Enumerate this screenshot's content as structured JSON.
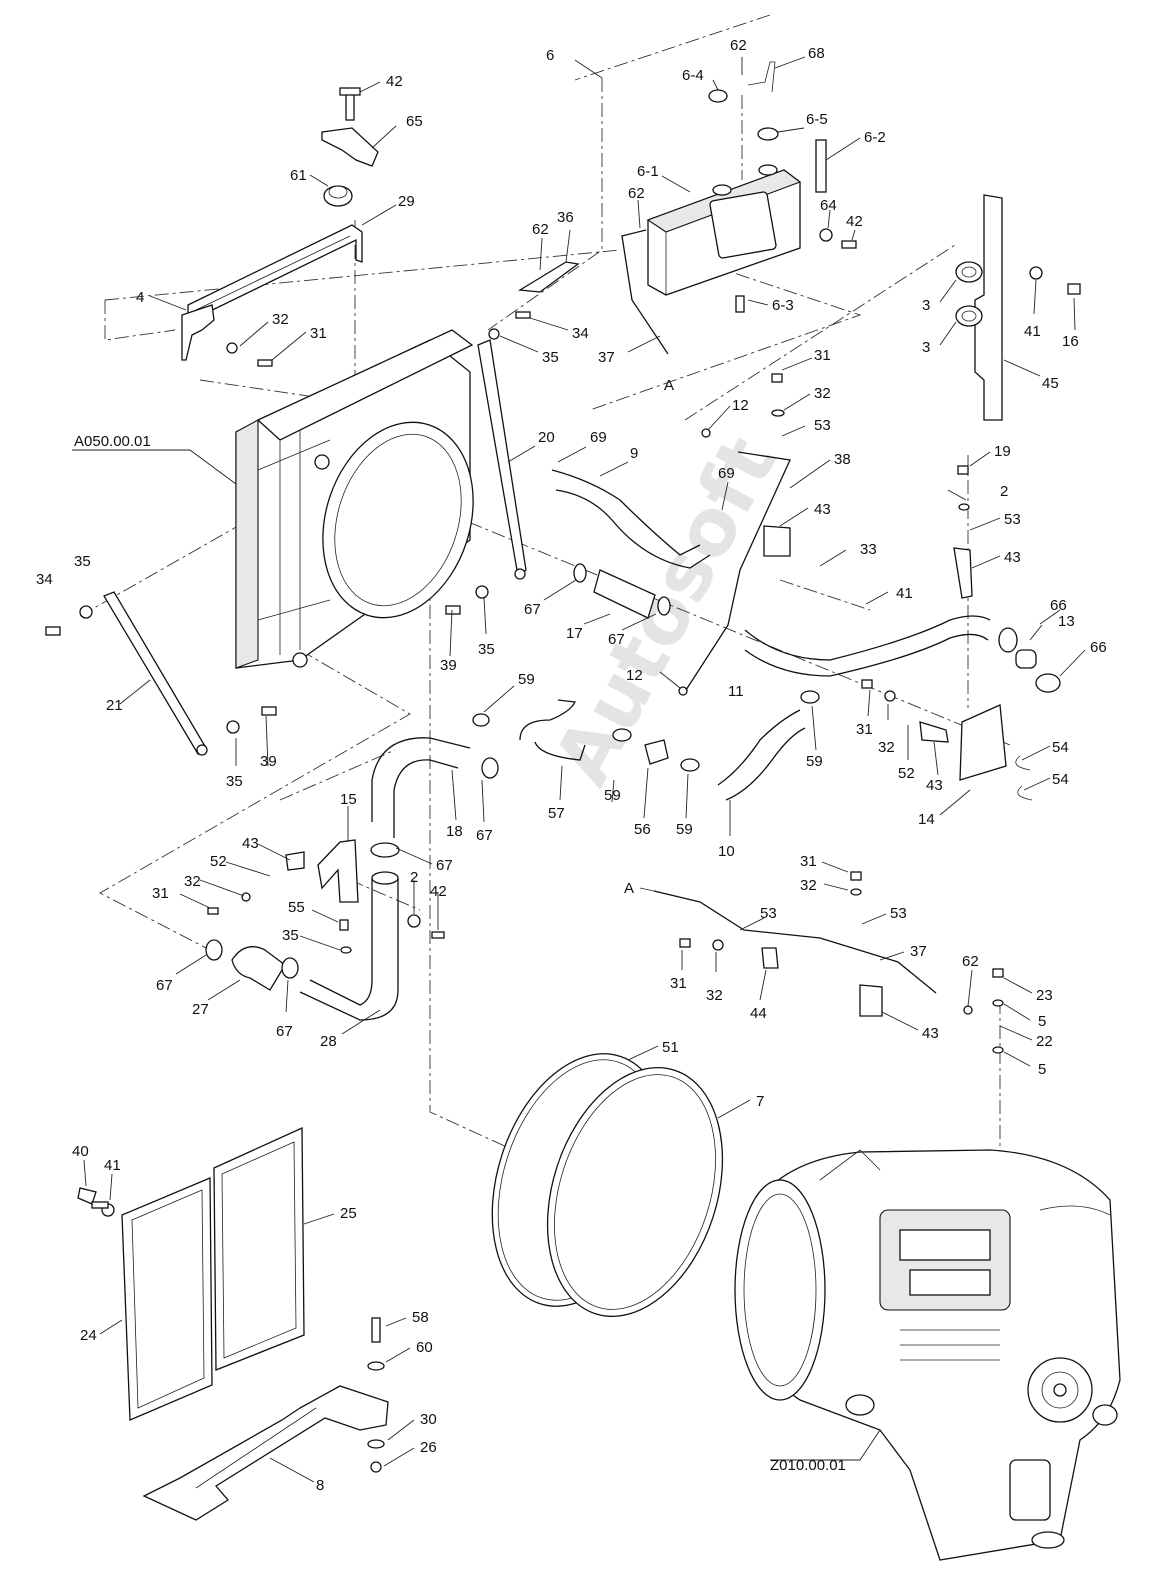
{
  "diagram": {
    "watermark": "Autosoft",
    "callouts": [
      {
        "id": "c6",
        "text": "6"
      },
      {
        "id": "c62a",
        "text": "62"
      },
      {
        "id": "c68",
        "text": "68"
      },
      {
        "id": "c64a",
        "text": "6-4"
      },
      {
        "id": "c65a",
        "text": "6-5"
      },
      {
        "id": "c62b",
        "text": "6-2"
      },
      {
        "id": "c61a",
        "text": "6-1"
      },
      {
        "id": "c62c",
        "text": "62"
      },
      {
        "id": "c36",
        "text": "36"
      },
      {
        "id": "c62d",
        "text": "62"
      },
      {
        "id": "c64",
        "text": "64"
      },
      {
        "id": "c42a",
        "text": "42"
      },
      {
        "id": "c63",
        "text": "6-3"
      },
      {
        "id": "c37a",
        "text": "37"
      },
      {
        "id": "cA1",
        "text": "A"
      },
      {
        "id": "c42b",
        "text": "42"
      },
      {
        "id": "c65",
        "text": "65"
      },
      {
        "id": "c61",
        "text": "61"
      },
      {
        "id": "c29",
        "text": "29"
      },
      {
        "id": "c4",
        "text": "4"
      },
      {
        "id": "c32a",
        "text": "32"
      },
      {
        "id": "c31a",
        "text": "31"
      },
      {
        "id": "c34a",
        "text": "34"
      },
      {
        "id": "c35a",
        "text": "35"
      },
      {
        "id": "c3a",
        "text": "3"
      },
      {
        "id": "c3b",
        "text": "3"
      },
      {
        "id": "c41a",
        "text": "41"
      },
      {
        "id": "c16",
        "text": "16"
      },
      {
        "id": "c45",
        "text": "45"
      },
      {
        "id": "c31b",
        "text": "31"
      },
      {
        "id": "c32b",
        "text": "32"
      },
      {
        "id": "c12a",
        "text": "12"
      },
      {
        "id": "c53a",
        "text": "53"
      },
      {
        "id": "cA050",
        "text": "A050.00.01"
      },
      {
        "id": "c20",
        "text": "20"
      },
      {
        "id": "c69a",
        "text": "69"
      },
      {
        "id": "c9",
        "text": "9"
      },
      {
        "id": "c38",
        "text": "38"
      },
      {
        "id": "c69b",
        "text": "69"
      },
      {
        "id": "c43a",
        "text": "43"
      },
      {
        "id": "c19",
        "text": "19"
      },
      {
        "id": "c2a",
        "text": "2"
      },
      {
        "id": "c53b",
        "text": "53"
      },
      {
        "id": "c43b",
        "text": "43"
      },
      {
        "id": "c34b",
        "text": "34"
      },
      {
        "id": "c35b",
        "text": "35"
      },
      {
        "id": "c33",
        "text": "33"
      },
      {
        "id": "c41b",
        "text": "41"
      },
      {
        "id": "c67a",
        "text": "67"
      },
      {
        "id": "c17",
        "text": "17"
      },
      {
        "id": "c67b",
        "text": "67"
      },
      {
        "id": "c66a",
        "text": "66"
      },
      {
        "id": "c13",
        "text": "13"
      },
      {
        "id": "c66b",
        "text": "66"
      },
      {
        "id": "c39a",
        "text": "39"
      },
      {
        "id": "c35c",
        "text": "35"
      },
      {
        "id": "c21",
        "text": "21"
      },
      {
        "id": "c12b",
        "text": "12"
      },
      {
        "id": "c59a",
        "text": "59"
      },
      {
        "id": "c11",
        "text": "11"
      },
      {
        "id": "c31c",
        "text": "31"
      },
      {
        "id": "c32c",
        "text": "32"
      },
      {
        "id": "c52a",
        "text": "52"
      },
      {
        "id": "c43c",
        "text": "43"
      },
      {
        "id": "c54a",
        "text": "54"
      },
      {
        "id": "c54b",
        "text": "54"
      },
      {
        "id": "c14",
        "text": "14"
      },
      {
        "id": "c35d",
        "text": "35"
      },
      {
        "id": "c39b",
        "text": "39"
      },
      {
        "id": "c59b",
        "text": "59"
      },
      {
        "id": "c57",
        "text": "57"
      },
      {
        "id": "c59c",
        "text": "59"
      },
      {
        "id": "c56",
        "text": "56"
      },
      {
        "id": "c59d",
        "text": "59"
      },
      {
        "id": "c10",
        "text": "10"
      },
      {
        "id": "c18",
        "text": "18"
      },
      {
        "id": "c67c",
        "text": "67"
      },
      {
        "id": "c15",
        "text": "15"
      },
      {
        "id": "c67d",
        "text": "67"
      },
      {
        "id": "c43d",
        "text": "43"
      },
      {
        "id": "c52b",
        "text": "52"
      },
      {
        "id": "c32d",
        "text": "32"
      },
      {
        "id": "c31d",
        "text": "31"
      },
      {
        "id": "c2b",
        "text": "2"
      },
      {
        "id": "c42c",
        "text": "42"
      },
      {
        "id": "c55",
        "text": "55"
      },
      {
        "id": "c35e",
        "text": "35"
      },
      {
        "id": "c67e",
        "text": "67"
      },
      {
        "id": "c27",
        "text": "27"
      },
      {
        "id": "c67f",
        "text": "67"
      },
      {
        "id": "c28",
        "text": "28"
      },
      {
        "id": "c31e",
        "text": "31"
      },
      {
        "id": "c32e",
        "text": "32"
      },
      {
        "id": "cA2",
        "text": "A"
      },
      {
        "id": "c53c",
        "text": "53"
      },
      {
        "id": "c53d",
        "text": "53"
      },
      {
        "id": "c37b",
        "text": "37"
      },
      {
        "id": "c31f",
        "text": "31"
      },
      {
        "id": "c32f",
        "text": "32"
      },
      {
        "id": "c44",
        "text": "44"
      },
      {
        "id": "c62e",
        "text": "62"
      },
      {
        "id": "c23",
        "text": "23"
      },
      {
        "id": "c5a",
        "text": "5"
      },
      {
        "id": "c22",
        "text": "22"
      },
      {
        "id": "c5b",
        "text": "5"
      },
      {
        "id": "c43e",
        "text": "43"
      },
      {
        "id": "c51",
        "text": "51"
      },
      {
        "id": "c7",
        "text": "7"
      },
      {
        "id": "c40",
        "text": "40"
      },
      {
        "id": "c41c",
        "text": "41"
      },
      {
        "id": "c25",
        "text": "25"
      },
      {
        "id": "c24",
        "text": "24"
      },
      {
        "id": "c58",
        "text": "58"
      },
      {
        "id": "c60",
        "text": "60"
      },
      {
        "id": "c30",
        "text": "30"
      },
      {
        "id": "c26",
        "text": "26"
      },
      {
        "id": "c8",
        "text": "8"
      },
      {
        "id": "cZ010",
        "text": "Z010.00.01"
      }
    ]
  }
}
